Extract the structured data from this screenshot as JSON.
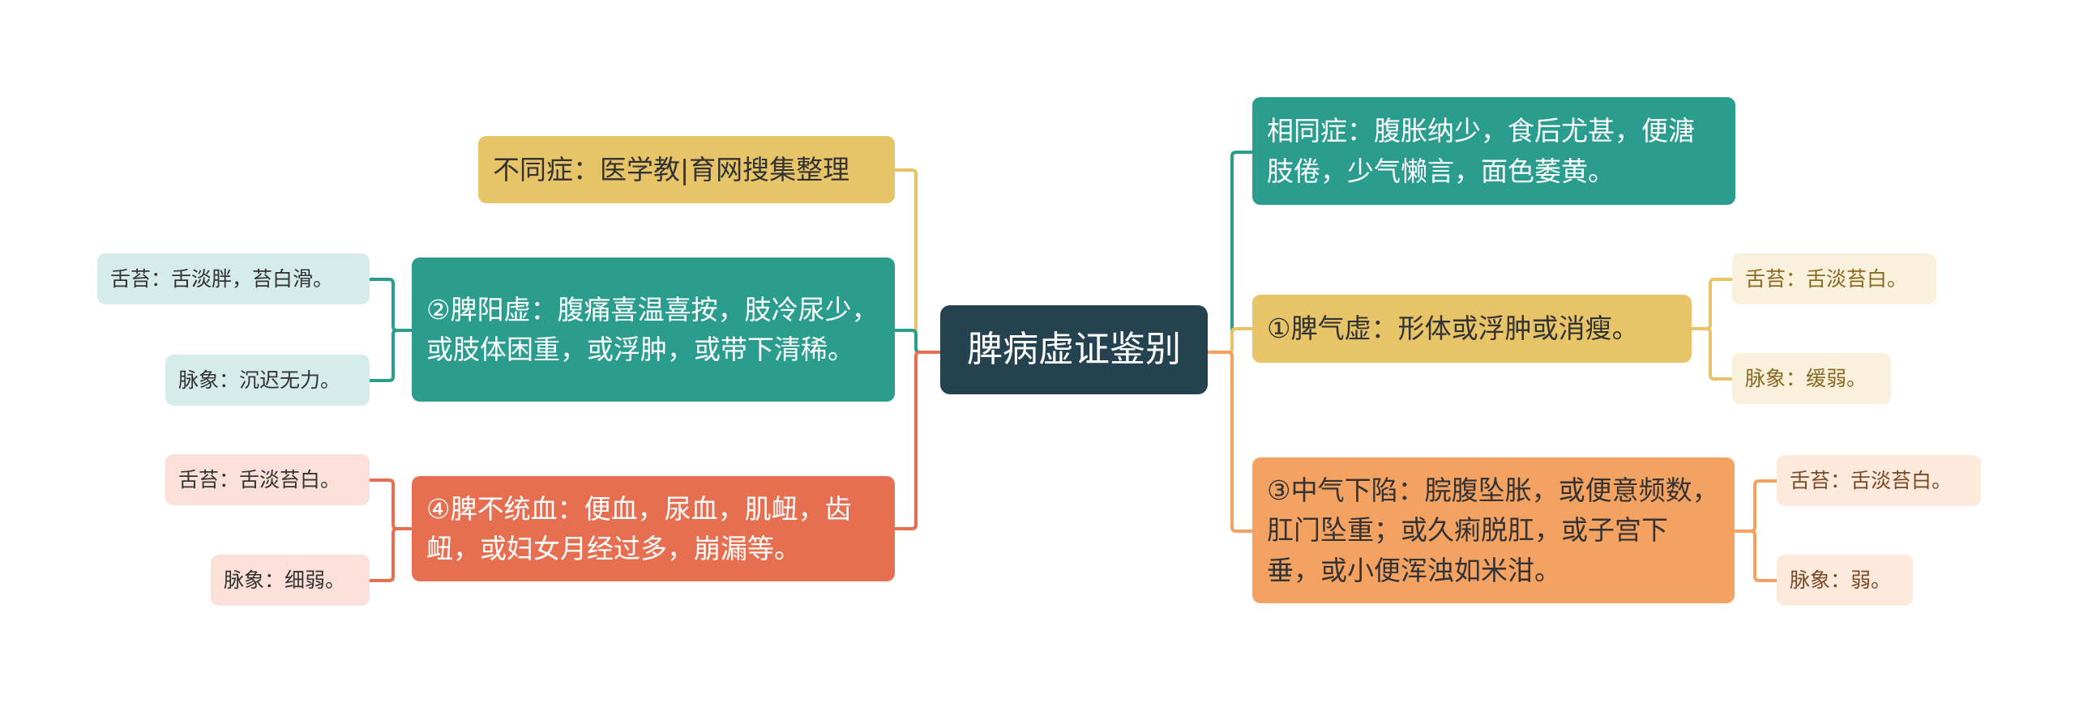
{
  "root": {
    "label": "脾病虚证鉴别"
  },
  "branches": {
    "different": {
      "label": "不同症：医学教|育网搜集整理"
    },
    "yang_deficiency": {
      "label": "②脾阳虚：腹痛喜温喜按，肢冷尿少，或肢体困重，或浮肿，或带下清稀。",
      "tongue": "舌苔：舌淡胖，苔白滑。",
      "pulse": "脉象：沉迟无力。"
    },
    "blood_control": {
      "label": "④脾不统血：便血，尿血，肌衄，齿衄，或妇女月经过多，崩漏等。",
      "tongue": "舌苔：舌淡苔白。",
      "pulse": "脉象：细弱。"
    },
    "same": {
      "label": "相同症：腹胀纳少，食后尤甚，便溏肢倦，少气懒言，面色萎黄。"
    },
    "qi_deficiency": {
      "label": "①脾气虚：形体或浮肿或消瘦。",
      "tongue": "舌苔：舌淡苔白。",
      "pulse": "脉象：缓弱。"
    },
    "qi_sinking": {
      "label": "③中气下陷：脘腹坠胀，或便意频数，肛门坠重；或久痢脱肛，或子宫下垂，或小便浑浊如米泔。",
      "tongue": "舌苔：舌淡苔白。",
      "pulse": "脉象：弱。"
    }
  },
  "colors": {
    "root": "#24424f",
    "yellow": "#e8c468",
    "teal": "#2a9d8f",
    "red": "#e76f51",
    "orange": "#f4a261"
  }
}
